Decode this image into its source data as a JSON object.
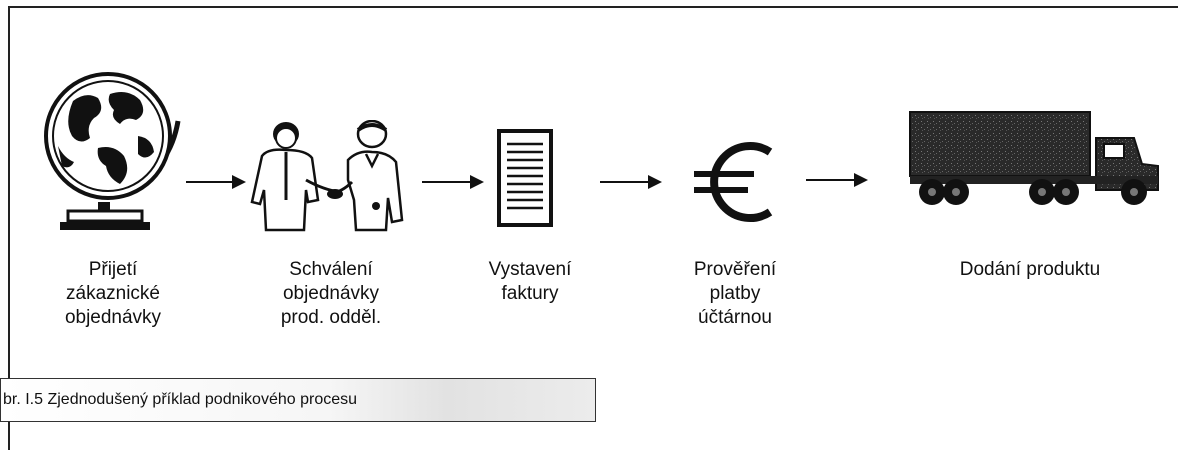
{
  "steps": [
    {
      "id": "globe",
      "icon": "globe-icon",
      "label": "Přijetí\nzákaznické\nobjednávky"
    },
    {
      "id": "handshake",
      "icon": "handshake-icon",
      "label": "Schválení\nobjednávky\nprod. odděl."
    },
    {
      "id": "invoice",
      "icon": "invoice-document-icon",
      "label": "Vystavení\nfaktury"
    },
    {
      "id": "euro",
      "icon": "euro-icon",
      "label": "Prověření\nplatby\núčtárnou"
    },
    {
      "id": "truck",
      "icon": "truck-icon",
      "label": "Dodání produktu"
    }
  ],
  "caption": "br. I.5  Zjednodušený příklad podnikového procesu"
}
